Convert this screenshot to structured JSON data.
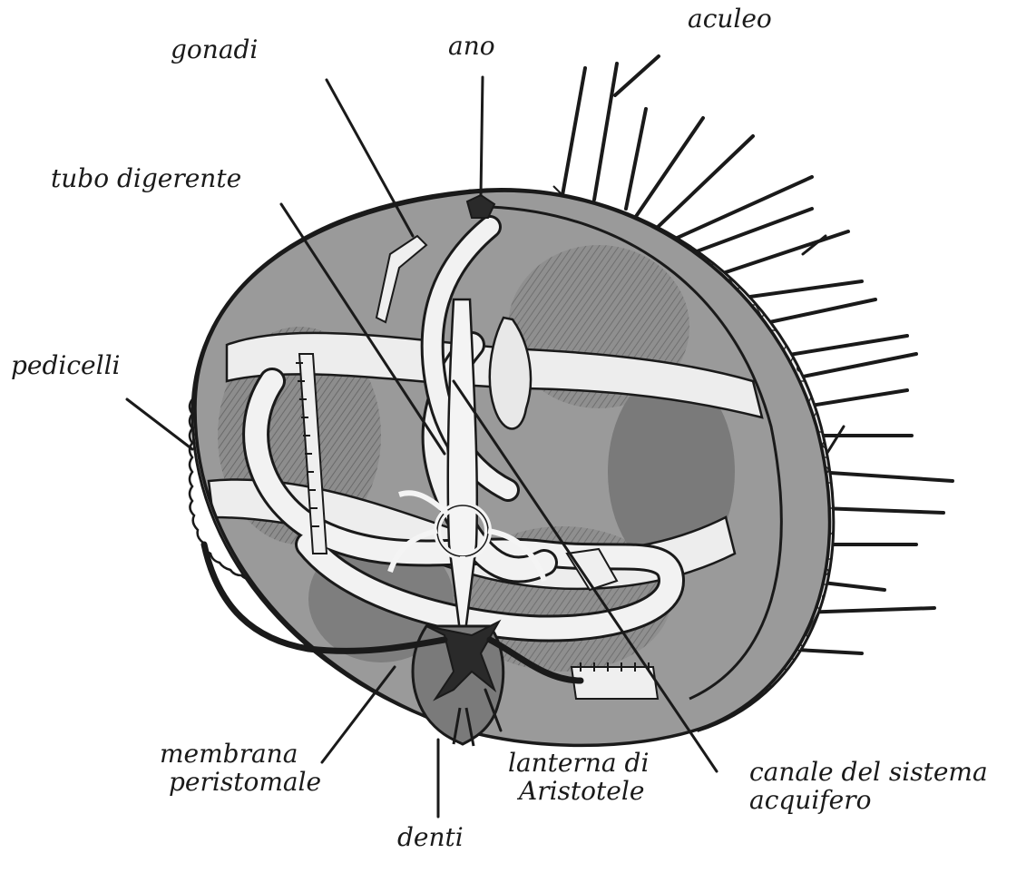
{
  "labels": {
    "gonadi": "gonadi",
    "ano": "ano",
    "aculeo": "aculeo",
    "tubo_digerente": "tubo digerente",
    "pedicelli": "pedicelli",
    "membrana_line1": "membrana",
    "membrana_line2": "peristomale",
    "lanterna_line1": "lanterna di",
    "lanterna_line2": "Aristotele",
    "canale_line1": "canale del sistema",
    "canale_line2": "acquifero",
    "denti": "denti"
  },
  "colors": {
    "ink": "#1a1a1a",
    "shell_light": "#e6e6e6",
    "cavity_dark": "#7a7a7a",
    "cavity_mid": "#9a9a9a",
    "organ_light": "#ededed",
    "mouth_dark": "#2a2a2a"
  }
}
